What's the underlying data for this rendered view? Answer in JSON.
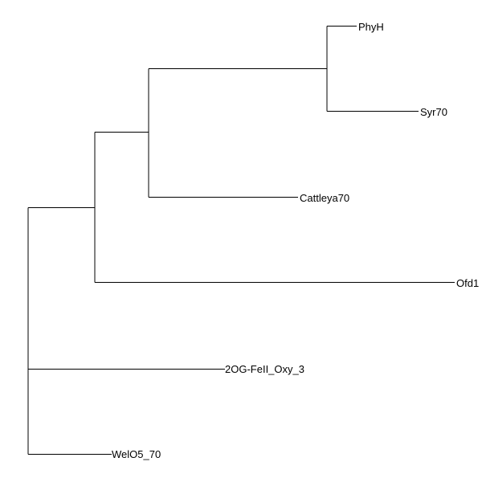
{
  "tree": {
    "type": "phylogenetic-tree",
    "orientation": "left-to-right",
    "leaves": [
      "PhyH",
      "Syr70",
      "Cattleya70",
      "Ofd1",
      "2OG-FeII_Oxy_3",
      "WelO5_70"
    ],
    "topology": {
      "children": [
        {
          "children": [
            {
              "children": [
                {
                  "children": [
                    {
                      "leaf": "PhyH"
                    },
                    {
                      "leaf": "Syr70"
                    }
                  ]
                },
                {
                  "leaf": "Cattleya70"
                }
              ]
            },
            {
              "leaf": "Ofd1"
            }
          ]
        },
        {
          "leaf": "2OG-FeII_Oxy_3"
        },
        {
          "leaf": "WelO5_70"
        }
      ]
    }
  }
}
